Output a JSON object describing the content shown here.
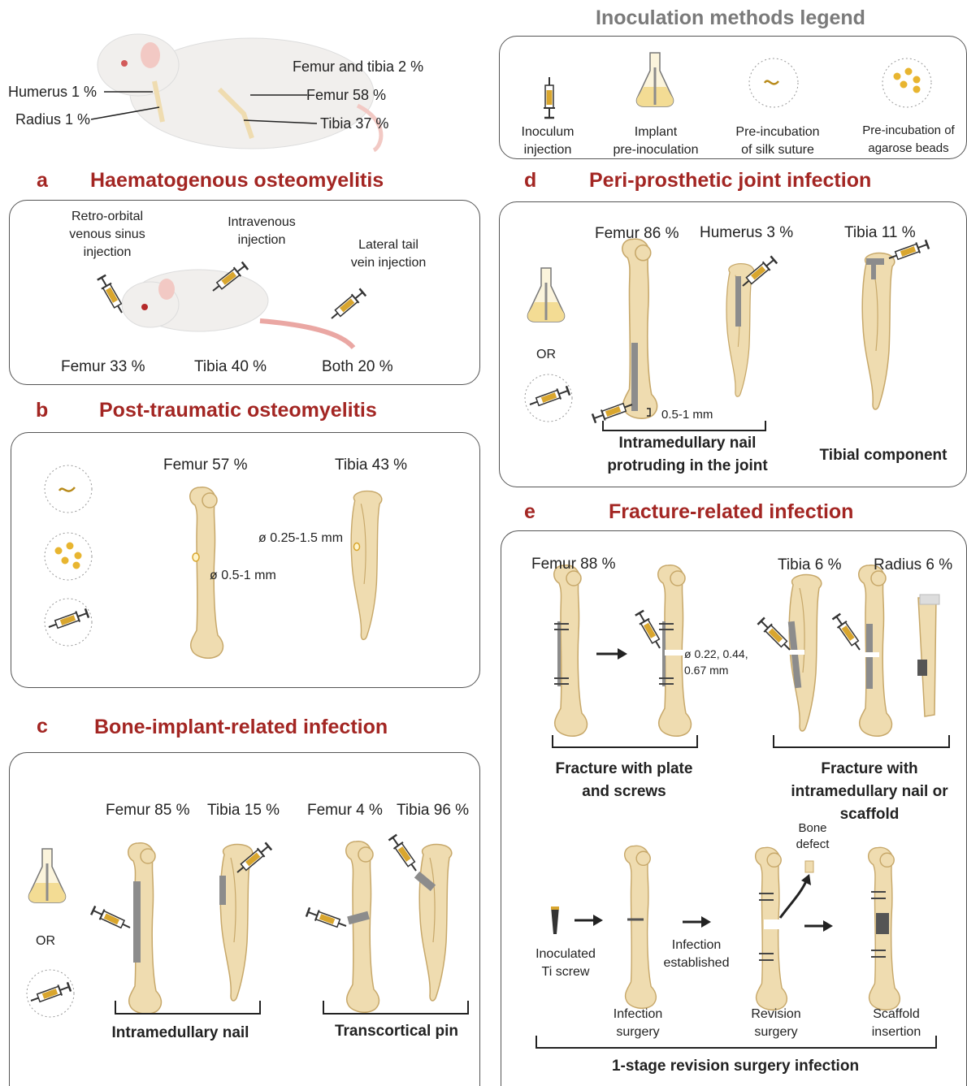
{
  "legend": {
    "title": "Inoculation methods legend",
    "items": [
      {
        "icon": "syringe-icon",
        "label1": "Inoculum",
        "label2": "injection"
      },
      {
        "icon": "flask-icon",
        "label1": "Implant",
        "label2": "pre-inoculation"
      },
      {
        "icon": "suture-icon",
        "label1": "Pre-incubation",
        "label2": "of silk suture"
      },
      {
        "icon": "beads-icon",
        "label1": "Pre-incubation  of",
        "label2": "agarose beads"
      }
    ]
  },
  "overview": {
    "humerus": "Humerus 1 %",
    "radius": "Radius 1 %",
    "femur_tibia": "Femur and tibia 2 %",
    "femur": "Femur 58 %",
    "tibia": "Tibia 37 %"
  },
  "a": {
    "letter": "a",
    "title": "Haematogenous osteomyelitis",
    "routes": [
      {
        "l1": "Retro-orbital",
        "l2": "venous sinus",
        "l3": "injection"
      },
      {
        "l1": "Intravenous",
        "l2": "injection"
      },
      {
        "l1": "Lateral tail",
        "l2": "vein injection"
      }
    ],
    "femur": "Femur 33 %",
    "tibia": "Tibia 40 %",
    "both": "Both 20 %"
  },
  "b": {
    "letter": "b",
    "title": "Post-traumatic osteomyelitis",
    "femur": "Femur 57 %",
    "tibia": "Tibia 43 %",
    "femur_hole": "ø 0.5-1 mm",
    "tibia_hole": "ø 0.25-1.5 mm"
  },
  "c": {
    "letter": "c",
    "title": "Bone-implant-related infection",
    "or": "OR",
    "nail_femur": "Femur 85 %",
    "nail_tibia": "Tibia 15 %",
    "pin_femur": "Femur 4 %",
    "pin_tibia": "Tibia 96 %",
    "nail_label": "Intramedullary nail",
    "pin_label": "Transcortical pin"
  },
  "d": {
    "letter": "d",
    "title": "Peri-prosthetic joint infection",
    "or": "OR",
    "femur": "Femur 86 %",
    "humerus": "Humerus 3 %",
    "tibia": "Tibia 11 %",
    "protrusion": "0.5-1 mm",
    "nail_label1": "Intramedullary nail",
    "nail_label2": "protruding in the joint",
    "tibial_label": "Tibial component"
  },
  "e": {
    "letter": "e",
    "title": "Fracture-related infection",
    "femur": "Femur 88 %",
    "tibia": "Tibia 6 %",
    "radius": "Radius 6 %",
    "gap1": "ø 0.22, 0.44,",
    "gap2": "0.67 mm",
    "plate_label1": "Fracture with plate",
    "plate_label2": "and screws",
    "nail_label1": "Fracture with",
    "nail_label2": "intramedullary nail or",
    "nail_label3": "scaffold",
    "bone_defect1": "Bone",
    "bone_defect2": "defect",
    "screw1": "Inoculated",
    "screw2": "Ti screw",
    "est1": "Infection",
    "est2": "established",
    "step1a": "Infection",
    "step1b": "surgery",
    "step2a": "Revision",
    "step2b": "surgery",
    "step3a": "Scaffold",
    "step3b": "insertion",
    "revision_label": "1-stage revision surgery infection"
  },
  "colors": {
    "title_red": "#a32623",
    "legend_gray": "#7a7a7a",
    "bone": "#efdcb0",
    "bone_stroke": "#c7a86a",
    "implant": "#8c8c8c",
    "inoculum": "#d9a62e"
  }
}
